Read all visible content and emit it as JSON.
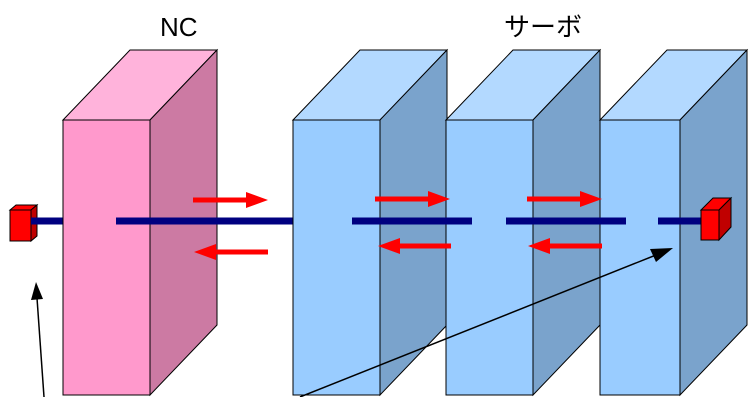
{
  "labels": {
    "nc": "NC",
    "servo": "サーボ"
  },
  "colors": {
    "nc_front": "#ff99cc",
    "nc_top": "#ffb3db",
    "nc_side": "#cc7aa3",
    "servo_front": "#99ccff",
    "servo_top": "#b3d9ff",
    "servo_side": "#7aa3cc",
    "signal_line": "#000080",
    "arrow": "#ff0000",
    "connector_front": "#ff0000",
    "connector_side": "#c00000",
    "pointer": "#000000",
    "outline": "#000000"
  },
  "blocks": [
    {
      "id": "nc-block",
      "type": "nc"
    },
    {
      "id": "servo-block-1",
      "type": "servo"
    },
    {
      "id": "servo-block-2",
      "type": "servo"
    },
    {
      "id": "servo-block-3",
      "type": "servo"
    }
  ],
  "arrows": [
    {
      "id": "nc-to-servo1-arrow",
      "direction": "right"
    },
    {
      "id": "servo1-to-nc-arrow",
      "direction": "left"
    },
    {
      "id": "servo1-to-servo2-arrow",
      "direction": "right"
    },
    {
      "id": "servo2-to-servo1-arrow",
      "direction": "left"
    },
    {
      "id": "servo2-to-servo3-arrow",
      "direction": "right"
    },
    {
      "id": "servo3-to-servo2-arrow",
      "direction": "left"
    }
  ],
  "connectors": [
    {
      "id": "left-terminator"
    },
    {
      "id": "right-terminator"
    }
  ]
}
